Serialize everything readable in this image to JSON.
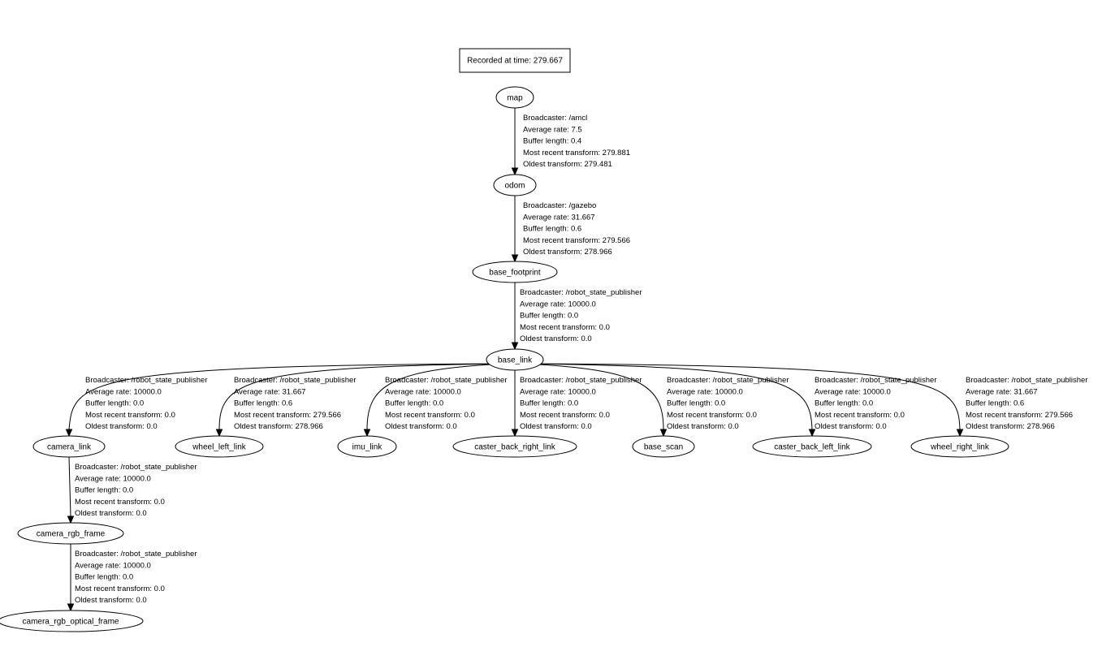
{
  "header": {
    "label": "Recorded at time: 279.667"
  },
  "frames": [
    {
      "id": "map",
      "label": "map"
    },
    {
      "id": "odom",
      "label": "odom"
    },
    {
      "id": "base_footprint",
      "label": "base_footprint"
    },
    {
      "id": "base_link",
      "label": "base_link"
    },
    {
      "id": "camera_link",
      "label": "camera_link"
    },
    {
      "id": "wheel_left_link",
      "label": "wheel_left_link"
    },
    {
      "id": "imu_link",
      "label": "imu_link"
    },
    {
      "id": "caster_back_right_link",
      "label": "caster_back_right_link"
    },
    {
      "id": "base_scan",
      "label": "base_scan"
    },
    {
      "id": "caster_back_left_link",
      "label": "caster_back_left_link"
    },
    {
      "id": "wheel_right_link",
      "label": "wheel_right_link"
    },
    {
      "id": "camera_rgb_frame",
      "label": "camera_rgb_frame"
    },
    {
      "id": "camera_rgb_optical_frame",
      "label": "camera_rgb_optical_frame"
    }
  ],
  "transforms": [
    {
      "id": "map-odom",
      "parent": "map",
      "child": "odom",
      "lines": [
        "Broadcaster: /amcl",
        "Average rate: 7.5",
        "Buffer length: 0.4",
        "Most recent transform: 279.881",
        "Oldest transform: 279.481"
      ]
    },
    {
      "id": "odom-base_footprint",
      "parent": "odom",
      "child": "base_footprint",
      "lines": [
        "Broadcaster: /gazebo",
        "Average rate: 31.667",
        "Buffer length: 0.6",
        "Most recent transform: 279.566",
        "Oldest transform: 278.966"
      ]
    },
    {
      "id": "base_footprint-base_link",
      "parent": "base_footprint",
      "child": "base_link",
      "lines": [
        "Broadcaster: /robot_state_publisher",
        "Average rate: 10000.0",
        "Buffer length: 0.0",
        "Most recent transform: 0.0",
        "Oldest transform: 0.0"
      ]
    },
    {
      "id": "base_link-camera_link",
      "parent": "base_link",
      "child": "camera_link",
      "lines": [
        "Broadcaster: /robot_state_publisher",
        "Average rate: 10000.0",
        "Buffer length: 0.0",
        "Most recent transform: 0.0",
        "Oldest transform: 0.0"
      ]
    },
    {
      "id": "base_link-wheel_left_link",
      "parent": "base_link",
      "child": "wheel_left_link",
      "lines": [
        "Broadcaster: /robot_state_publisher",
        "Average rate: 31.667",
        "Buffer length: 0.6",
        "Most recent transform: 279.566",
        "Oldest transform: 278.966"
      ]
    },
    {
      "id": "base_link-imu_link",
      "parent": "base_link",
      "child": "imu_link",
      "lines": [
        "Broadcaster: /robot_state_publisher",
        "Average rate: 10000.0",
        "Buffer length: 0.0",
        "Most recent transform: 0.0",
        "Oldest transform: 0.0"
      ]
    },
    {
      "id": "base_link-caster_back_right_link",
      "parent": "base_link",
      "child": "caster_back_right_link",
      "lines": [
        "Broadcaster: /robot_state_publisher",
        "Average rate: 10000.0",
        "Buffer length: 0.0",
        "Most recent transform: 0.0",
        "Oldest transform: 0.0"
      ]
    },
    {
      "id": "base_link-base_scan",
      "parent": "base_link",
      "child": "base_scan",
      "lines": [
        "Broadcaster: /robot_state_publisher",
        "Average rate: 10000.0",
        "Buffer length: 0.0",
        "Most recent transform: 0.0",
        "Oldest transform: 0.0"
      ]
    },
    {
      "id": "base_link-caster_back_left_link",
      "parent": "base_link",
      "child": "caster_back_left_link",
      "lines": [
        "Broadcaster: /robot_state_publisher",
        "Average rate: 10000.0",
        "Buffer length: 0.0",
        "Most recent transform: 0.0",
        "Oldest transform: 0.0"
      ]
    },
    {
      "id": "base_link-wheel_right_link",
      "parent": "base_link",
      "child": "wheel_right_link",
      "lines": [
        "Broadcaster: /robot_state_publisher",
        "Average rate: 31.667",
        "Buffer length: 0.6",
        "Most recent transform: 279.566",
        "Oldest transform: 278.966"
      ]
    },
    {
      "id": "camera_link-camera_rgb_frame",
      "parent": "camera_link",
      "child": "camera_rgb_frame",
      "lines": [
        "Broadcaster: /robot_state_publisher",
        "Average rate: 10000.0",
        "Buffer length: 0.0",
        "Most recent transform: 0.0",
        "Oldest transform: 0.0"
      ]
    },
    {
      "id": "camera_rgb_frame-camera_rgb_optical_frame",
      "parent": "camera_rgb_frame",
      "child": "camera_rgb_optical_frame",
      "lines": [
        "Broadcaster: /robot_state_publisher",
        "Average rate: 10000.0",
        "Buffer length: 0.0",
        "Most recent transform: 0.0",
        "Oldest transform: 0.0"
      ]
    }
  ]
}
